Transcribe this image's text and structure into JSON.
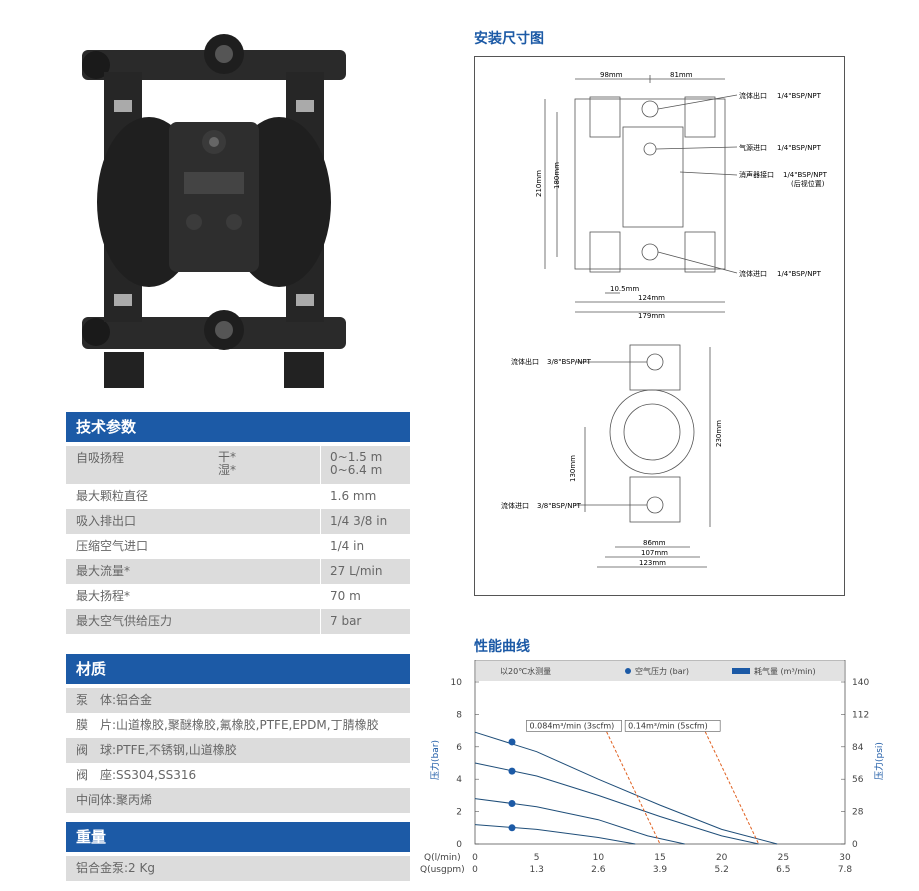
{
  "spec": {
    "title": "技术参数",
    "suction_label": "自吸扬程",
    "dry_label": "干*",
    "wet_label": "湿*",
    "dry_value": "0~1.5 m",
    "wet_value": "0~6.4 m",
    "rows": [
      {
        "label": "最大颗粒直径",
        "value": "1.6 mm"
      },
      {
        "label": "吸入排出口",
        "value": "1/4 3/8 in"
      },
      {
        "label": "压缩空气进口",
        "value": "1/4 in"
      },
      {
        "label": "最大流量*",
        "value": "27 L/min"
      },
      {
        "label": "最大扬程*",
        "value": "70 m"
      },
      {
        "label": "最大空气供给压力",
        "value": "7 bar"
      }
    ]
  },
  "materials": {
    "title": "材质",
    "items": [
      "泵　体:铝合金",
      "膜　片:山道橡胶,聚醚橡胶,氟橡胶,PTFE,EPDM,丁腈橡胶",
      "阀　球:PTFE,不锈钢,山道橡胶",
      "阀　座:SS304,SS316",
      "中间体:聚丙烯"
    ]
  },
  "weight": {
    "title": "重量",
    "value": "铝合金泵:2 Kg"
  },
  "install": {
    "title": "安装尺寸图",
    "dims": {
      "d98": "98mm",
      "d81": "81mm",
      "d210": "210mm",
      "d180": "180mm",
      "d10_5": "10.5mm",
      "d124": "124mm",
      "d179": "179mm",
      "d230": "230mm",
      "d130": "130mm",
      "d86": "86mm",
      "d107": "107mm",
      "d123": "123mm"
    },
    "callouts": {
      "fluid_out": "流体出口",
      "air_in": "气源进口",
      "muffler": "消声器接口",
      "muffler_note": "(后视位置)",
      "fluid_in": "流体进口",
      "q14": "1/4\"BSP/NPT",
      "fluid_out_38": "流体出口",
      "fluid_in_38": "流体进口",
      "q38": "3/8\"BSP/NPT"
    }
  },
  "curve": {
    "title": "性能曲线"
  },
  "chart_data": {
    "type": "line",
    "title": "",
    "note": "以20℃水测量",
    "legend": [
      {
        "name": "空气压力 (bar)",
        "marker": "dot",
        "color": "#1c5aa6"
      },
      {
        "name": "耗气量 (m³/min)",
        "marker": "bar",
        "color": "#1c5aa6"
      }
    ],
    "xlabel_lpm": "Q(l/min)",
    "xlabel_usgpm": "Q(usgpm)",
    "x_ticks_lpm": [
      "0",
      "5",
      "10",
      "15",
      "20",
      "25",
      "30"
    ],
    "x_ticks_usgpm": [
      "0",
      "1.3",
      "2.6",
      "3.9",
      "5.2",
      "6.5",
      "7.8"
    ],
    "xlim": [
      0,
      30
    ],
    "ylabel_left": "压力(bar)",
    "ylabel_right": "压力(psi)",
    "ylim_left": [
      0,
      10
    ],
    "y_ticks_left": [
      "0",
      "2",
      "4",
      "6",
      "8",
      "10"
    ],
    "y_ticks_right": [
      "0",
      "28",
      "56",
      "84",
      "112",
      "140"
    ],
    "air_pressure_points": [
      {
        "x": 3,
        "y": 6.3
      },
      {
        "x": 3,
        "y": 4.5
      },
      {
        "x": 3,
        "y": 2.5
      },
      {
        "x": 3,
        "y": 1.0
      }
    ],
    "series": [
      {
        "values": [
          [
            0,
            6.9
          ],
          [
            5,
            5.7
          ],
          [
            10,
            4.0
          ],
          [
            15,
            2.4
          ],
          [
            20,
            0.9
          ],
          [
            24.5,
            0
          ]
        ]
      },
      {
        "values": [
          [
            0,
            5.0
          ],
          [
            5,
            4.2
          ],
          [
            10,
            3.0
          ],
          [
            15,
            1.7
          ],
          [
            20,
            0.5
          ],
          [
            23,
            0
          ]
        ]
      },
      {
        "values": [
          [
            0,
            2.8
          ],
          [
            5,
            2.3
          ],
          [
            10,
            1.5
          ],
          [
            14,
            0.5
          ],
          [
            17,
            0
          ]
        ]
      },
      {
        "values": [
          [
            0,
            1.2
          ],
          [
            5,
            0.9
          ],
          [
            10,
            0.4
          ],
          [
            13,
            0
          ]
        ]
      }
    ],
    "consumption_lines": [
      {
        "label": "0.084m³/min (3scfm)",
        "values": [
          [
            10.5,
            7.2
          ],
          [
            15,
            0
          ]
        ]
      },
      {
        "label": "0.14m³/min (5scfm)",
        "values": [
          [
            18.5,
            7.2
          ],
          [
            23,
            0
          ]
        ]
      }
    ]
  }
}
